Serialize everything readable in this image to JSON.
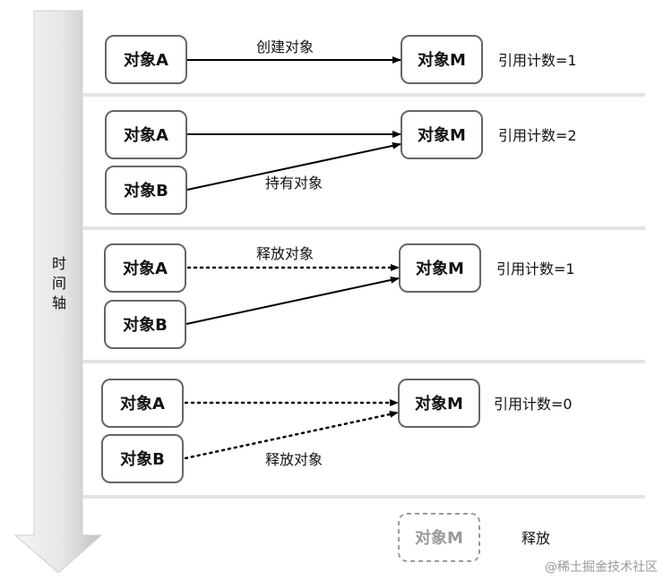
{
  "axis": {
    "chars": [
      "时",
      "间",
      "轴"
    ]
  },
  "stages": [
    {
      "nodes": {
        "a": "对象A",
        "m": "对象M"
      },
      "edge_label": "创建对象",
      "count": "引用计数=1"
    },
    {
      "nodes": {
        "a": "对象A",
        "b": "对象B",
        "m": "对象M"
      },
      "edge_label": "持有对象",
      "count": "引用计数=2"
    },
    {
      "nodes": {
        "a": "对象A",
        "b": "对象B",
        "m": "对象M"
      },
      "edge_label": "释放对象",
      "count": "引用计数=1"
    },
    {
      "nodes": {
        "a": "对象A",
        "b": "对象B",
        "m": "对象M"
      },
      "edge_label": "释放对象",
      "count": "引用计数=0"
    },
    {
      "nodes": {
        "m": "对象M"
      },
      "count": "释放"
    }
  ],
  "watermark": "@稀土掘金技术社区",
  "colors": {
    "node_border": "#666666",
    "released_border": "#9a9a9a",
    "separator": "#e3e3e3",
    "axis_light": "#fafafa",
    "axis_dark": "#c4c4c4"
  }
}
